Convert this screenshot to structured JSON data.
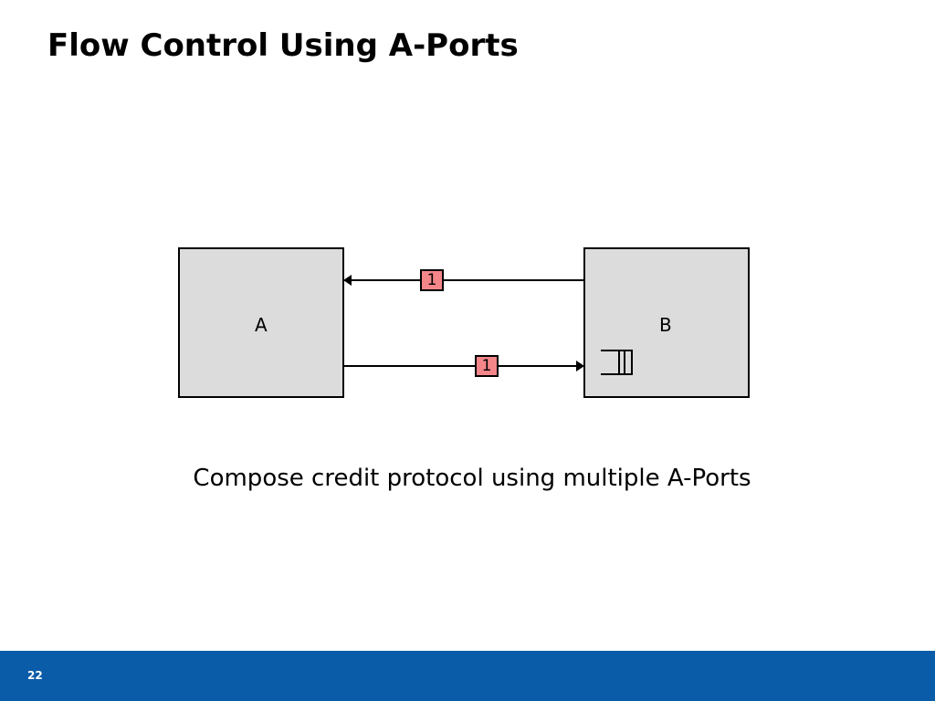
{
  "slide": {
    "title": "Flow Control Using A-Ports",
    "caption": "Compose credit protocol using multiple A-Ports",
    "page_number": "22"
  },
  "diagram": {
    "nodes": [
      {
        "id": "A",
        "label": "A"
      },
      {
        "id": "B",
        "label": "B"
      }
    ],
    "edges": [
      {
        "from": "B",
        "to": "A",
        "label": "1"
      },
      {
        "from": "A",
        "to": "B",
        "label": "1"
      }
    ],
    "queue_icon": "queue-icon"
  },
  "colors": {
    "box_fill": "#dcdcdc",
    "credit_badge": "#f4868a",
    "footer_bar": "#0a5ca8"
  }
}
